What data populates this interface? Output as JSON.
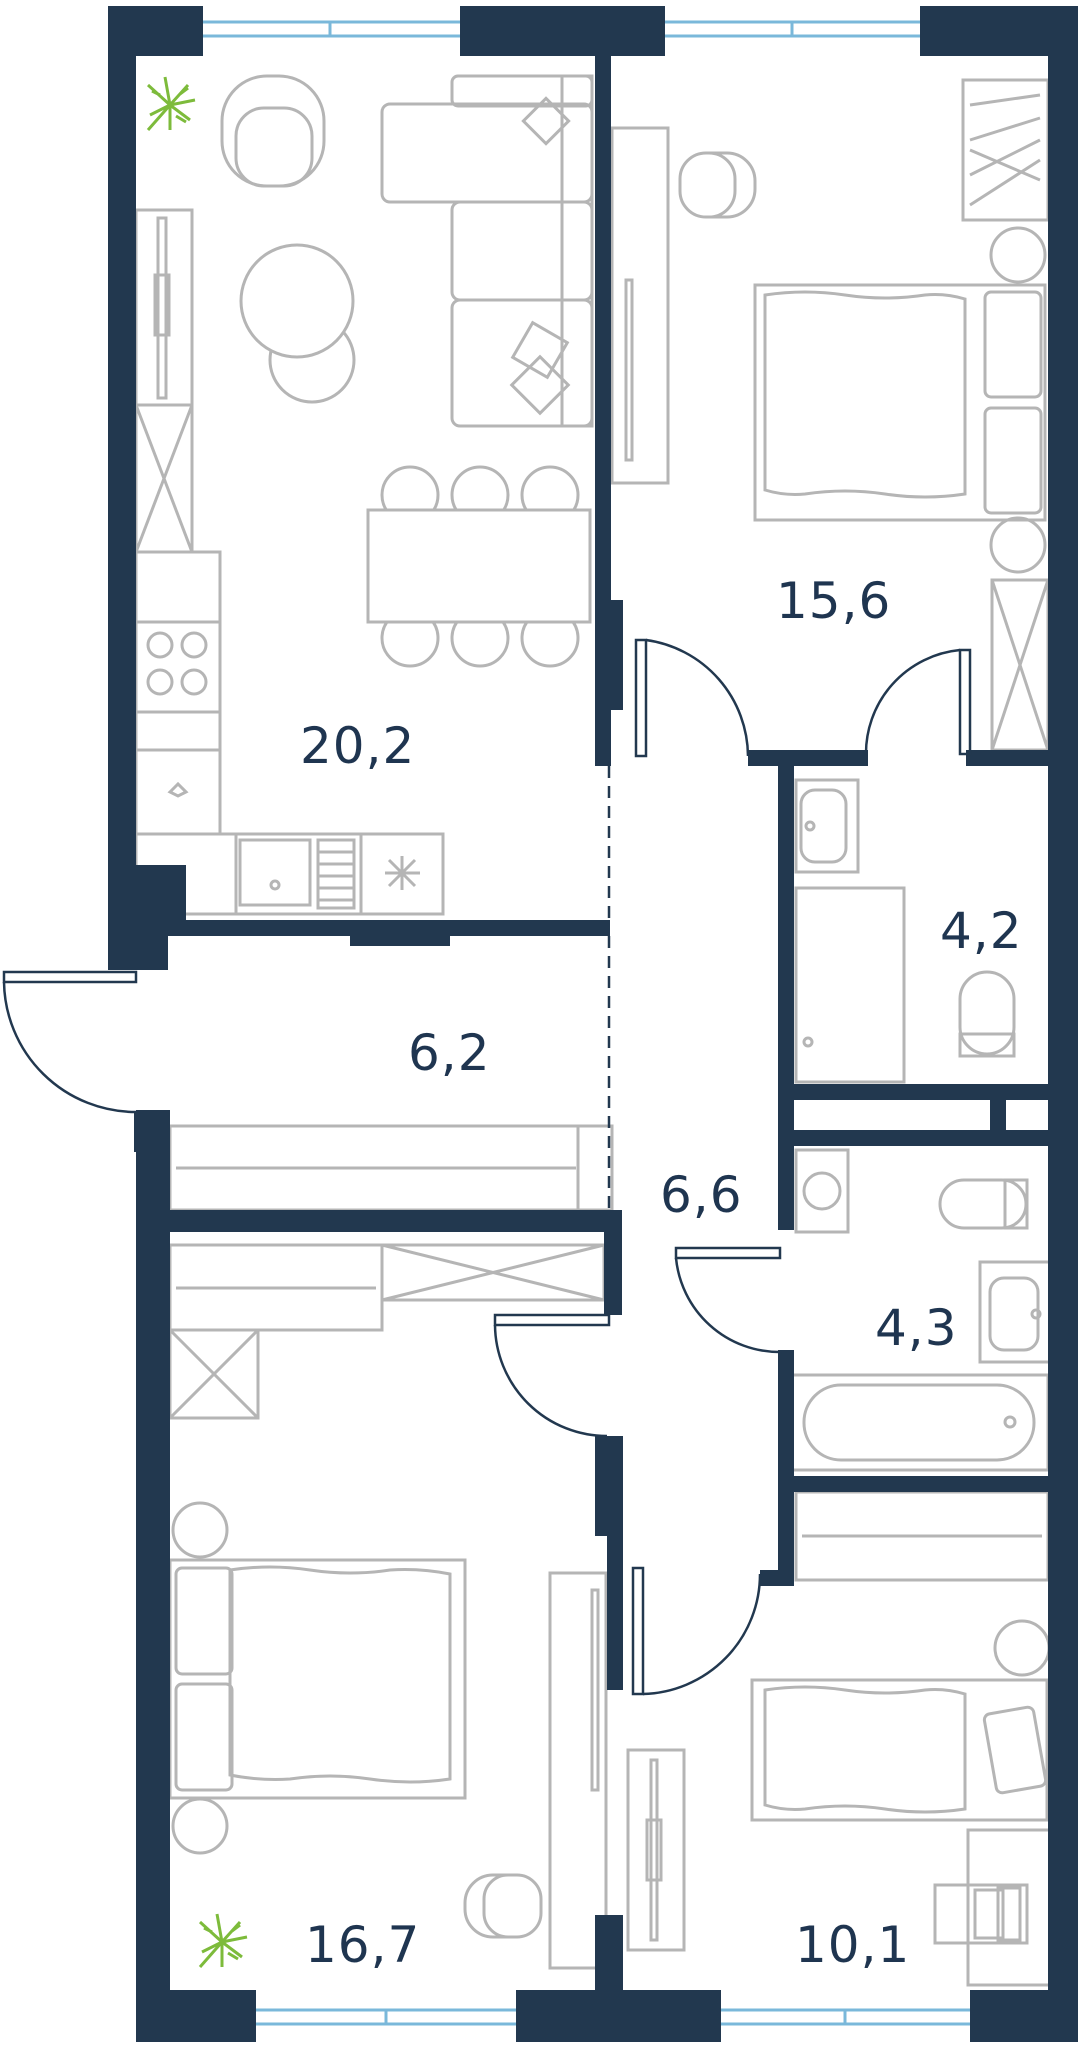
{
  "floorplan": {
    "colors": {
      "wall": "#22384f",
      "furniture": "#b5b5b5",
      "window": "#7ab8da",
      "plant": "#7dbb3b",
      "label": "#1f3550"
    },
    "rooms": [
      {
        "id": "living-kitchen",
        "area": "20,2"
      },
      {
        "id": "bedroom-top",
        "area": "15,6"
      },
      {
        "id": "bathroom-top",
        "area": "4,2"
      },
      {
        "id": "entrance-hall",
        "area": "6,2"
      },
      {
        "id": "corridor",
        "area": "6,6"
      },
      {
        "id": "bathroom-bottom",
        "area": "4,3"
      },
      {
        "id": "bedroom-bottom-left",
        "area": "16,7"
      },
      {
        "id": "bedroom-bottom-right",
        "area": "10,1"
      }
    ]
  }
}
